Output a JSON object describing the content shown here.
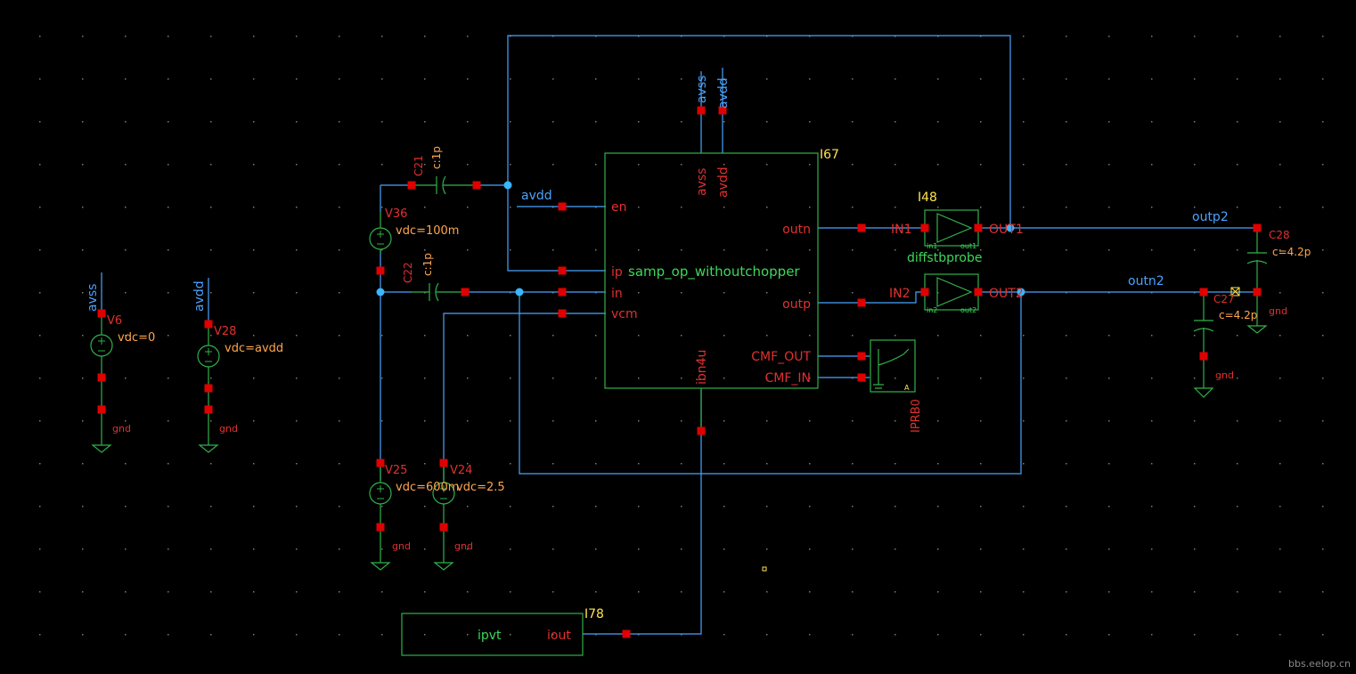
{
  "schematic": {
    "amp": {
      "instance": "I67",
      "cell": "samp_op_withoutchopper",
      "pins": {
        "en": "en",
        "ip": "ip",
        "in": "in",
        "vcm": "vcm",
        "outn": "outn",
        "outp": "outp",
        "cmf_out": "CMF_OUT",
        "cmf_in": "CMF_IN",
        "avss": "avss",
        "avdd": "avdd",
        "ibn4u": "ibn4u"
      }
    },
    "probe": {
      "instance": "I48",
      "cell": "diffstbprobe",
      "in1": "IN1",
      "in2": "IN2",
      "out1": "OUT1",
      "out2": "OUT2",
      "sub_in1": "in1",
      "sub_in2": "in2",
      "sub_out1": "out1",
      "sub_out2": "out2"
    },
    "iprb": {
      "label": "IPRB0",
      "mark": "A"
    },
    "bias": {
      "instance": "I78",
      "cell": "ipvt",
      "pin": "iout"
    },
    "sources": {
      "v6": {
        "name": "V6",
        "param": "vdc=0",
        "net": "avss"
      },
      "v28": {
        "name": "V28",
        "param": "vdc=avdd",
        "net": "avdd"
      },
      "v36": {
        "name": "V36",
        "param": "vdc=100m"
      },
      "v25": {
        "name": "V25",
        "param": "vdc=600m"
      },
      "v24": {
        "name": "V24",
        "param": "vdc=2.5"
      }
    },
    "caps": {
      "c21": {
        "name": "C21",
        "param": "c:1p"
      },
      "c22": {
        "name": "C22",
        "param": "c:1p"
      },
      "c28": {
        "name": "C28",
        "param": "c=4.2p"
      },
      "c27": {
        "name": "C27",
        "param": "c=4.2p"
      }
    },
    "nets": {
      "avss": "avss",
      "avdd": "avdd",
      "avdd_en": "avdd",
      "outp2": "outp2",
      "outn2": "outn2"
    },
    "gnd_label": "gnd",
    "watermark": "bbs.eelop.cn"
  },
  "colors": {
    "background": "#000000",
    "wire": "#4aa3ff",
    "body": "#2fb24a",
    "pin": "#e00000",
    "label": "#e23030",
    "param": "#ffa64d",
    "instance": "#ffe34d",
    "cell": "#3dd85a"
  }
}
